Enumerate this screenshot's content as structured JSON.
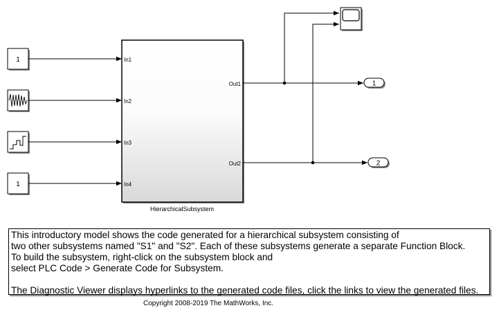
{
  "blocks": {
    "constant1": {
      "label": "1"
    },
    "constant2": {
      "label": "1"
    },
    "subsystem": {
      "name": "HierarchicalSubsystem",
      "inports": [
        "In1",
        "In2",
        "In3",
        "In4"
      ],
      "outports": [
        "Out1",
        "Out2"
      ]
    },
    "outport1": {
      "label": "1"
    },
    "outport2": {
      "label": "2"
    }
  },
  "icons": [
    "sine-wave-icon",
    "staircase-icon",
    "scope-icon"
  ],
  "colors": {
    "line": "#000000",
    "block_border": "#000000",
    "gradient_bottom": "#d9d9d9",
    "shadow": "#8a8a8a"
  },
  "annotation": {
    "lines": [
      "This introductory model shows the code generated for a hierarchical subsystem consisting of",
      "two other subsystems named \"S1\" and \"S2\".  Each of these subsystems generate a separate Function Block.",
      "To build the subsystem, right-click on the subsystem block and",
      "select PLC Code > Generate Code for Subsystem.",
      "",
      "The Diagnostic Viewer displays hyperlinks to the generated code files, click the links to view the generated files."
    ]
  },
  "copyright": "Copyright 2008-2019 The MathWorks, Inc."
}
